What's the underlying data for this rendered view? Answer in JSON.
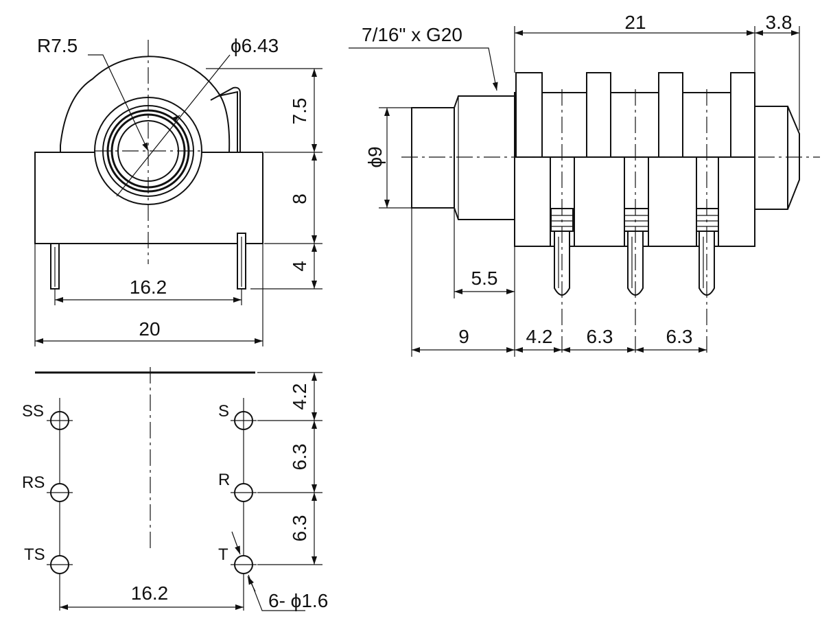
{
  "front_view": {
    "radius_label": "R7.5",
    "bore_label": "ϕ6.43",
    "height_upper": "7.5",
    "height_middle": "8",
    "height_pins": "4",
    "pin_spacing": "16.2",
    "body_width": "20"
  },
  "side_view": {
    "thread_label": "7/16\" x G20",
    "body_length": "21",
    "tip_length": "3.8",
    "diameter_label": "ϕ9",
    "thread_length": "5.5",
    "dim_nose": "9",
    "dim_first_pin": "4.2",
    "dim_pitch_a": "6.3",
    "dim_pitch_b": "6.3"
  },
  "footprint": {
    "pin_labels": [
      "SS",
      "S",
      "RS",
      "R",
      "TS",
      "T"
    ],
    "dim_top": "4.2",
    "dim_mid": "6.3",
    "dim_low": "6.3",
    "pin_spacing": "16.2",
    "hole_label": "6- ϕ1.6"
  }
}
